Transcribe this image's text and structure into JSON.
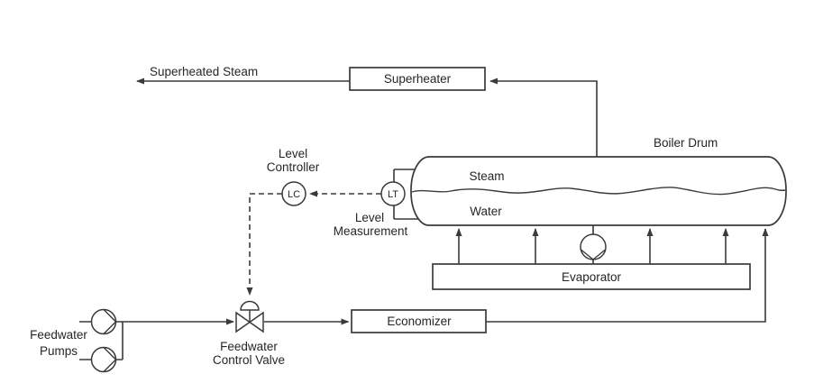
{
  "colors": {
    "line": "#3a3a3a",
    "text": "#262626",
    "background": "#ffffff"
  },
  "streams": {
    "superheated_steam": "Superheated Steam"
  },
  "equipment": {
    "superheater": "Superheater",
    "boiler_drum": "Boiler Drum",
    "economizer": "Economizer",
    "evaporator": "Evaporator"
  },
  "drum": {
    "steam": "Steam",
    "water": "Water"
  },
  "instruments": {
    "level_transmitter": {
      "tag": "LT",
      "caption": [
        "Level",
        "Measurement"
      ]
    },
    "level_controller": {
      "tag": "LC",
      "caption": [
        "Level",
        "Controller"
      ]
    }
  },
  "feedwater": {
    "pumps_caption": [
      "Feedwater",
      "Pumps"
    ],
    "control_valve_caption": [
      "Feedwater",
      "Control Valve"
    ]
  }
}
